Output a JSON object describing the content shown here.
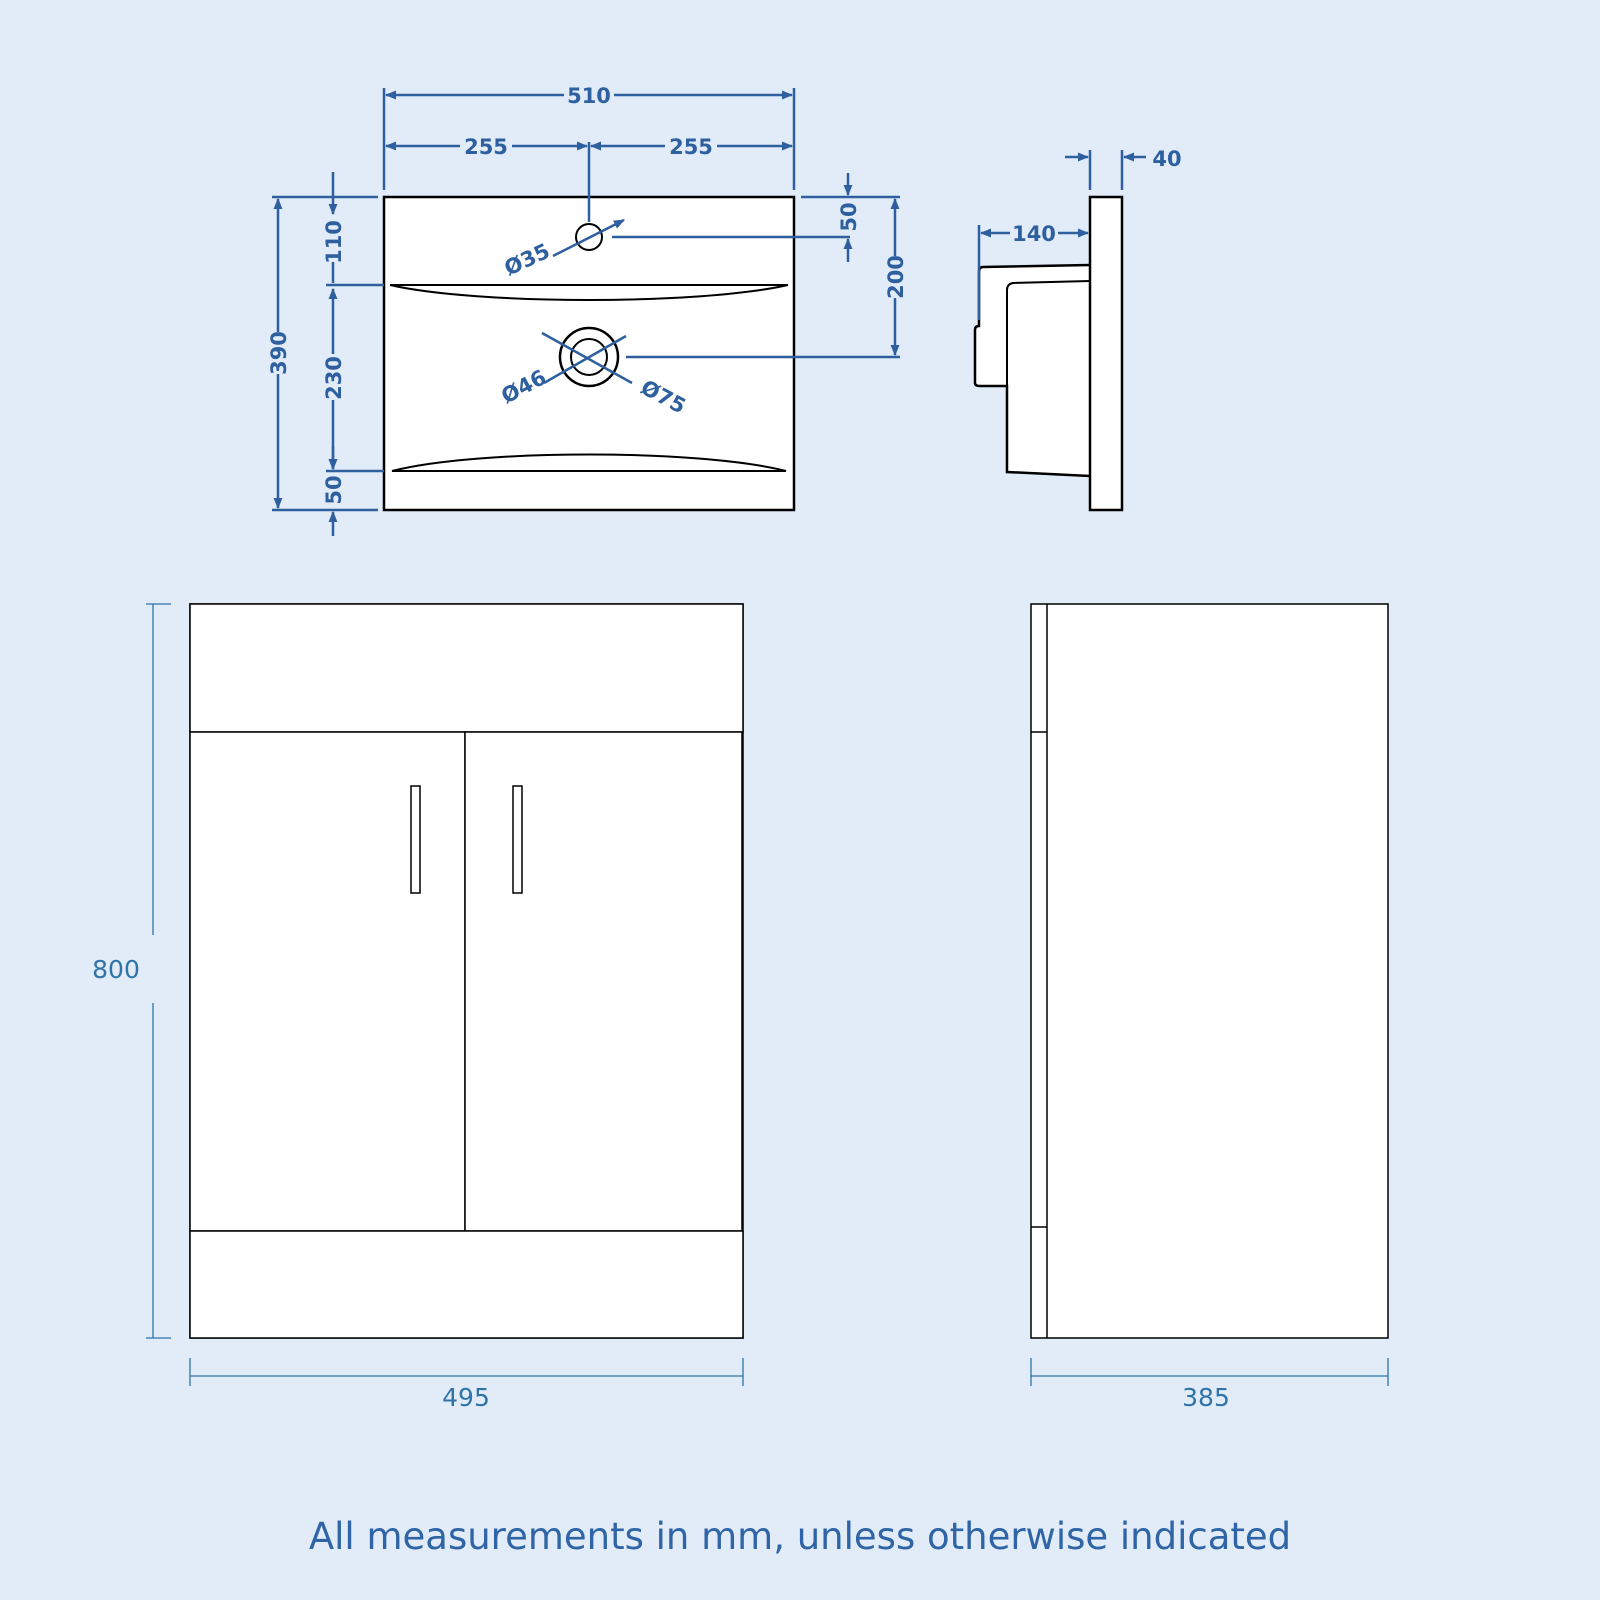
{
  "colors": {
    "background": "#e1ecf8",
    "outline": "#000000",
    "dimension_bold": "#2e5f9e",
    "dimension_light": "#2f73a8",
    "note_text": "#2f65a6"
  },
  "basin_top_view": {
    "total_width": "510",
    "half_width_left": "255",
    "half_width_right": "255",
    "total_depth": "390",
    "to_drain_line": "110",
    "bowl_depth": "230",
    "front_edge": "50",
    "tap_offset": "50",
    "waste_offset": "200",
    "tap_hole_dia": "Ø35",
    "waste_inner_dia": "Ø46",
    "waste_outer_dia": "Ø75"
  },
  "basin_side_view": {
    "thickness": "40",
    "projection": "140"
  },
  "cabinet_front_view": {
    "height": "800",
    "width": "495"
  },
  "cabinet_side_view": {
    "depth": "385"
  },
  "footer": {
    "note": "All measurements in mm, unless otherwise indicated"
  }
}
